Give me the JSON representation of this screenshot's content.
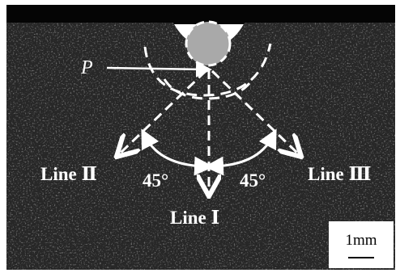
{
  "labels": {
    "point": "P",
    "line_one": "Line Ⅰ",
    "line_two": "Line Ⅱ",
    "line_three": "Line Ⅲ",
    "angle_left": "45°",
    "angle_right": "45°"
  },
  "scale_bar": {
    "text": "1mm"
  },
  "colors": {
    "background_top": "#050505",
    "specimen": "#262626",
    "ball": "#a9a9a9",
    "annotation": "#ffffff"
  },
  "features": {
    "indenter": "spherical-ball-icon",
    "angle_arcs": "double-arrow-arc-icon"
  }
}
